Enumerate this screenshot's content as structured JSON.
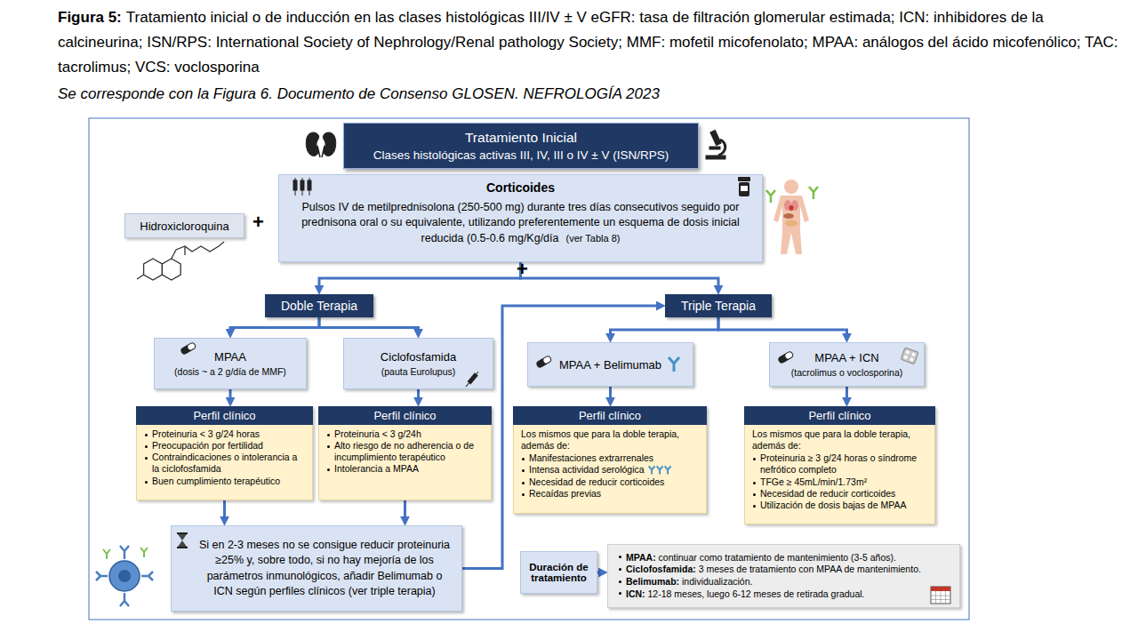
{
  "diagram": {
    "caption": "Tratamiento inicial o de inducción en las clases histológicas III/IV ± V eGFR: tasa de filtración glomerular estimada; ICN: inhibidores de la calcineurina; ISN/RPS: International Society of Nephrology/Renal pathology Society; MMF: mofetil micofenolato; MPAA: análogos del ácido micofenólico; TAC: tacrolimus; VCS: voclosporina",
    "nodes": [
      {
        "text": [
          "Tratamiento Inicial",
          "Clases histológicas activas III, IV, III o IV ± V (ISN/RPS)"
        ]
      },
      {
        "text": [
          "Hidroxicloroquina"
        ]
      },
      {
        "text": [
          "Corticoides",
          "Pulsos IV de metilprednisolona (250-500 mg) durante tres días consecutivos seguido por prednisona oral o su equivalente, utilizando preferentemente un esquema de dosis inicial reducida (0.5-0.6 mg/Kg/día",
          "(ver Tabla 8)"
        ]
      },
      {
        "text": [
          "Doble Terapia"
        ]
      },
      {
        "text": [
          "Triple Terapia"
        ]
      },
      {
        "text": [
          "MPAA",
          "(dosis ~ a 2 g/día de MMF)"
        ]
      },
      {
        "text": [
          "Ciclofosfamida",
          "(pauta Eurolupus)"
        ]
      },
      {
        "text": [
          "MPAA + Belimumab"
        ]
      },
      {
        "text": [
          "MPAA + ICN",
          "(tacrolimus o voclosporina)"
        ]
      },
      {
        "text": [
          "Perfil clínico",
          "Proteinuria < 3 g/24 horas",
          "Preocupación por fertilidad",
          "Contraindicaciones o intolerancia a la ciclofosfamida",
          "Buen cumplimiento terapéutico"
        ]
      },
      {
        "text": [
          "Perfil clínico",
          "Proteinuria < 3 g/24h",
          "Alto riesgo de no adherencia o de incumplimiento terapéutico",
          "Intolerancia a MPAA"
        ]
      },
      {
        "text": [
          "Perfil clínico",
          "Los mismos que para la doble terapia, además de:",
          "Manifestaciones extrarrenales",
          "Intensa actividad serológica",
          "Necesidad de reducir corticoides",
          "Recaídas previas"
        ]
      },
      {
        "text": [
          "Perfil clínico",
          "Los mismos que para la doble terapia, además de:",
          "Proteinuria ≥ 3 g/24 horas o síndrome nefrótico completo",
          "TFGe ≥ 45mL/min/1.73m²",
          "Necesidad de reducir corticoides",
          "Utilización de dosis bajas de MPAA"
        ]
      },
      {
        "text": [
          "Si en 2-3 meses no se consigue reducir proteinuria ≥25% y, sobre todo, si no hay mejoría de los parámetros inmunológicos, añadir Belimumab o ICN según perfiles clínicos (ver triple terapia)"
        ]
      },
      {
        "text": [
          "Duración de tratamiento"
        ]
      },
      {
        "text": [
          "MPAA:",
          "continuar como tratamiento de mantenimiento (3-5 años).",
          "Ciclofosfamida:",
          "3 meses de tratamiento con MPAA de mantenimiento.",
          "Belimumab:",
          "individualización.",
          "ICN:",
          "12-18 meses, luego 6-12 meses de retirada gradual."
        ]
      }
    ],
    "edges": [
      {
        "from": 2,
        "to": 3,
        "arrow": "to"
      },
      {
        "from": 2,
        "to": 4,
        "arrow": "to"
      },
      {
        "from": 3,
        "to": 5,
        "arrow": "to"
      },
      {
        "from": 3,
        "to": 6,
        "arrow": "to"
      },
      {
        "from": 4,
        "to": 7,
        "arrow": "to"
      },
      {
        "from": 4,
        "to": 8,
        "arrow": "to"
      },
      {
        "from": 5,
        "to": 9,
        "arrow": "to"
      },
      {
        "from": 6,
        "to": 10,
        "arrow": "to"
      },
      {
        "from": 7,
        "to": 11,
        "arrow": "to"
      },
      {
        "from": 8,
        "to": 12,
        "arrow": "to"
      },
      {
        "from": 9,
        "to": 13,
        "arrow": "to"
      },
      {
        "from": 10,
        "to": 13,
        "arrow": "to"
      },
      {
        "from": 13,
        "to": 4,
        "arrow": "to"
      },
      {
        "from": 14,
        "to": 15,
        "arrow": "to"
      }
    ],
    "labels": [
      "Figura 5:",
      "Se corresponde con la Figura 6. Documento de Consenso GLOSEN. NEFROLOGÍA 2023",
      "+",
      "+"
    ]
  }
}
